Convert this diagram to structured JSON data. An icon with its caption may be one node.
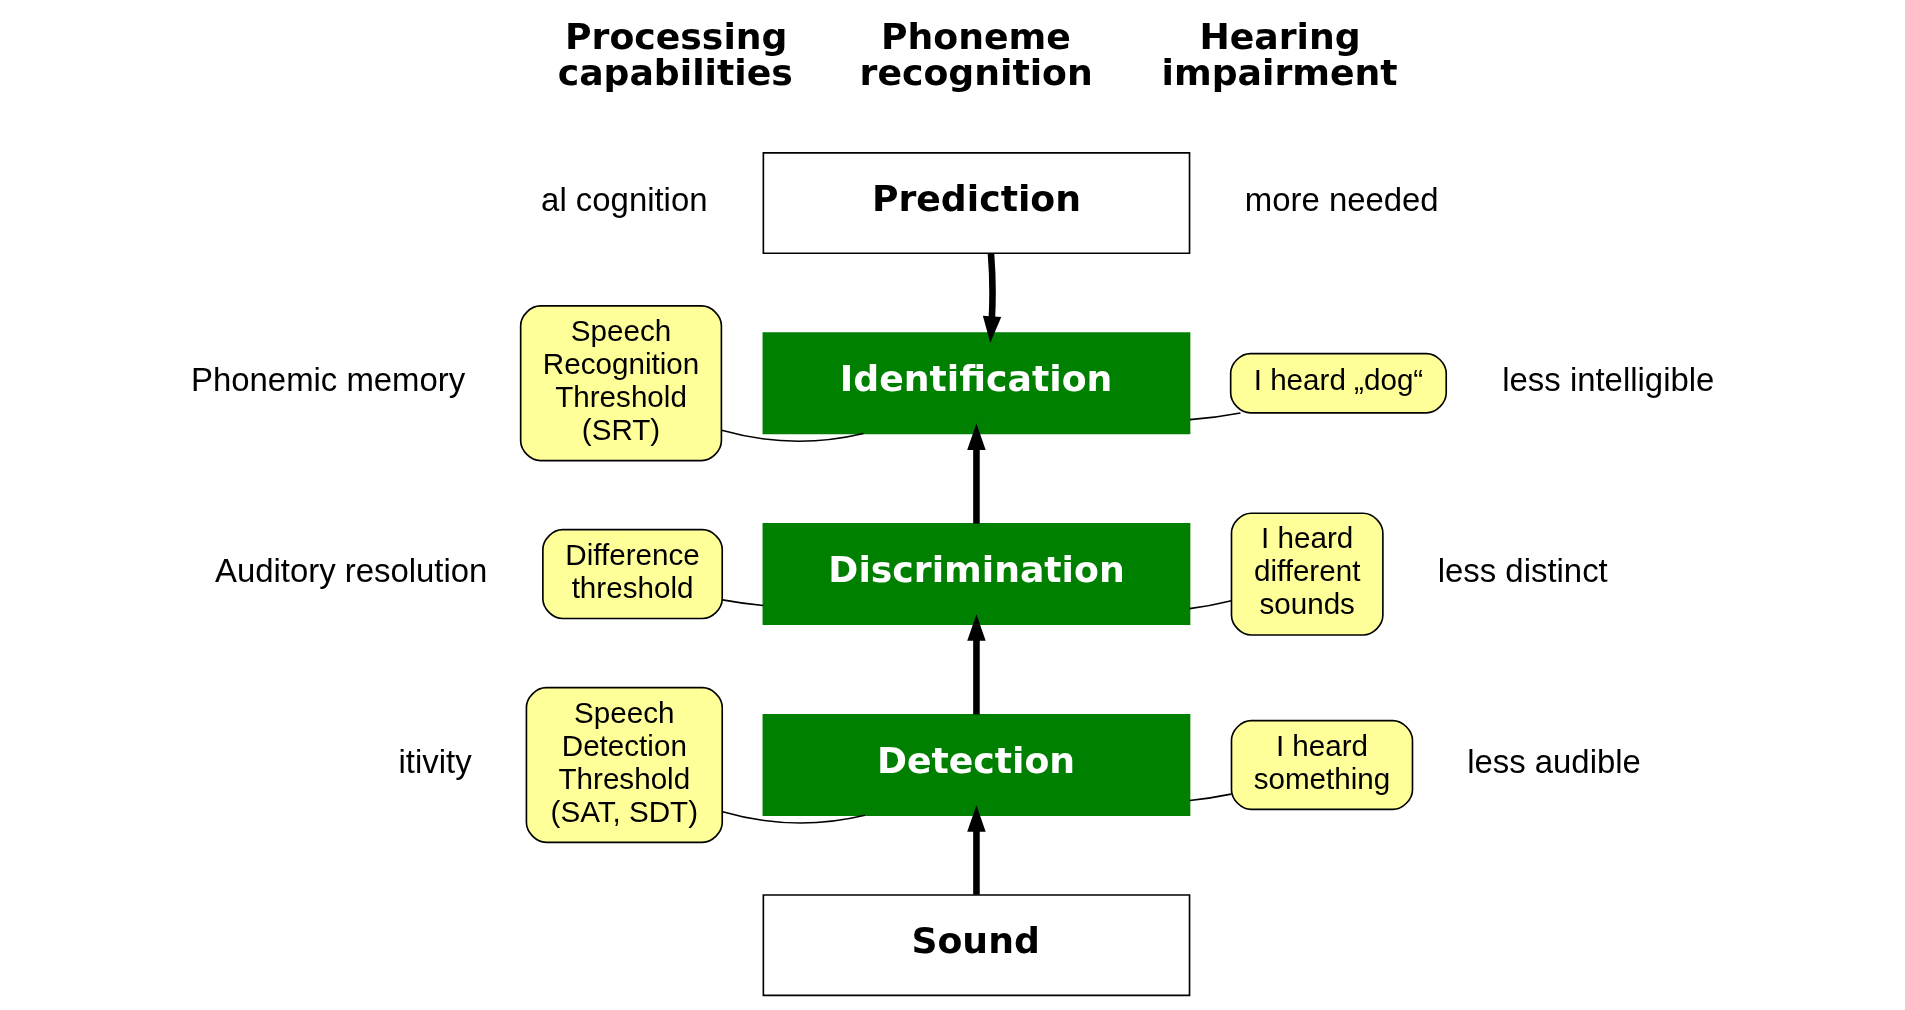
{
  "diagram": {
    "nodes": [
      {
        "text": [
          "Prediction"
        ]
      },
      {
        "text": [
          "Identification"
        ]
      },
      {
        "text": [
          "Discrimination"
        ]
      },
      {
        "text": [
          "Detection"
        ]
      },
      {
        "text": [
          "Sound"
        ]
      },
      {
        "text": [
          "Speech Recognition Threshold (SRT)"
        ]
      },
      {
        "text": [
          "Difference threshold"
        ]
      },
      {
        "text": [
          "Speech Detection Threshold (SAT, SDT)"
        ]
      },
      {
        "text": [
          "I heard „dog“"
        ]
      },
      {
        "text": [
          "I heard different sounds"
        ]
      },
      {
        "text": [
          "I heard something"
        ]
      }
    ],
    "edges": [
      {
        "from": 0,
        "to": 1,
        "arrow": "to",
        "style": "thick"
      },
      {
        "from": 2,
        "to": 1,
        "arrow": "to",
        "style": "thick"
      },
      {
        "from": 3,
        "to": 2,
        "arrow": "to",
        "style": "thick"
      },
      {
        "from": 4,
        "to": 3,
        "arrow": "to",
        "style": "thick"
      },
      {
        "from": 5,
        "to": 1,
        "arrow": "none"
      },
      {
        "from": 6,
        "to": 2,
        "arrow": "none"
      },
      {
        "from": 7,
        "to": 3,
        "arrow": "none"
      },
      {
        "from": 8,
        "to": 1,
        "arrow": "none"
      },
      {
        "from": 9,
        "to": 2,
        "arrow": "none"
      },
      {
        "from": 10,
        "to": 3,
        "arrow": "none"
      }
    ],
    "labels": [
      "Processing capabilities",
      "Phoneme recognition",
      "Hearing impairment",
      "al cognition",
      "more needed",
      "Phonemic memory",
      "less intelligible",
      "Auditory resolution",
      "less distinct",
      "itivity",
      "less audible"
    ]
  }
}
